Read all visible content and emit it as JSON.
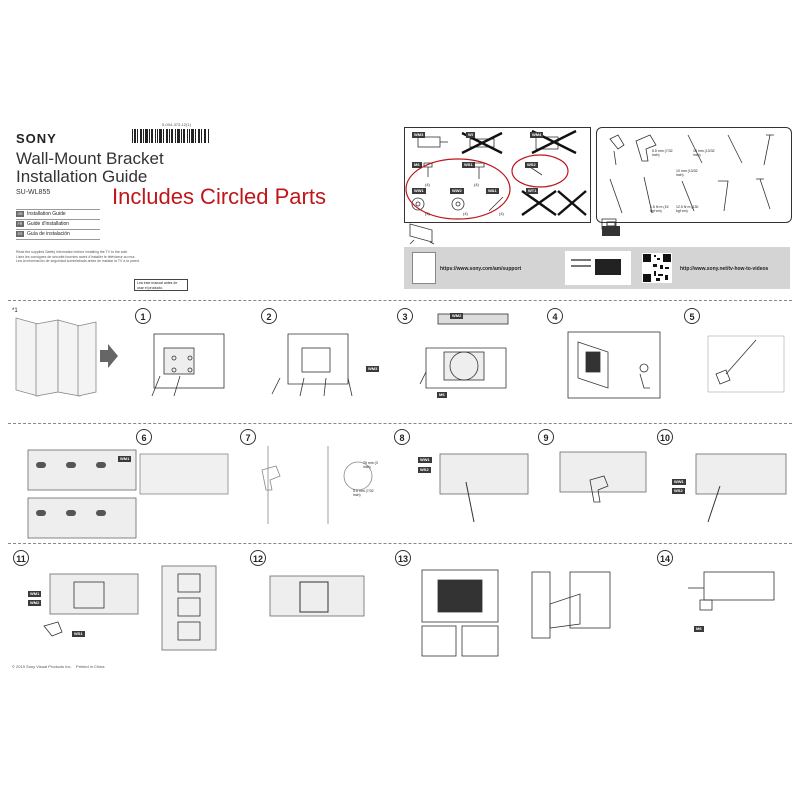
{
  "header": {
    "brand": "SONY",
    "title_line1": "Wall-Mount Bracket",
    "title_line2": "Installation Guide",
    "model": "SU-WL855",
    "barcode_number": "5-004-373-12(1)",
    "annotation": "Includes Circled Parts"
  },
  "languages": [
    {
      "code": "GB",
      "label": "Installation Guide"
    },
    {
      "code": "FR",
      "label": "Guide d'installation"
    },
    {
      "code": "ES",
      "label": "Guía de instalación"
    }
  ],
  "safety_notes": [
    "Read the supplied Safety information before installing the TV to the wall.",
    "Lisez les consignes de sécurité fournies avant d'installer le téléviseur au mur.",
    "Lea la información de seguridad suministrada antes de instalar la TV a la pared."
  ],
  "manual_box": "Lea este manual antes de usar el producto.",
  "parts": [
    {
      "label": "WM3",
      "qty": "",
      "excluded": false
    },
    {
      "label": "WI",
      "qty": "",
      "excluded": true
    },
    {
      "label": "WM4",
      "qty": "",
      "excluded": true
    },
    {
      "label": "M6",
      "qty": "(4)",
      "excluded": false
    },
    {
      "label": "WS1",
      "qty": "(4)",
      "excluded": false
    },
    {
      "label": "WS2",
      "qty": "",
      "excluded": false
    },
    {
      "label": "WW1",
      "qty": "(4)",
      "excluded": false
    },
    {
      "label": "WW2",
      "qty": "(4)",
      "excluded": false
    },
    {
      "label": "WA1",
      "qty": "(4)",
      "excluded": false
    },
    {
      "label": "WT1",
      "qty": "",
      "excluded": true
    }
  ],
  "tools": {
    "dims": [
      "5.5 mm (7/32 inch)",
      "10 mm (13/32 inch)",
      "10 mm (13/32 inch)",
      "1.5 N·m (15 kgf·cm)",
      "12.5 N·m (130 kgf·cm)"
    ]
  },
  "support": {
    "url1": "https://www.sony.com/am/support",
    "url2": "http://www.sony.net/tv-how-to-videos"
  },
  "steps": {
    "footnote": "*1",
    "numbers": [
      "1",
      "2",
      "3",
      "4",
      "5",
      "6",
      "7",
      "8",
      "9",
      "10",
      "11",
      "12",
      "13",
      "14"
    ]
  },
  "callouts": {
    "s3_top": "WM2",
    "s3_bottom": "M6",
    "s2": "WM3",
    "s6": "WM1",
    "s7_dim1": "75 mm (3 inch)",
    "s7_dim2": "5.5 mm (7/32 inch)",
    "s8_a": "WW1",
    "s8_b": "WS2",
    "s10_a": "WW1",
    "s10_b": "WS2",
    "s11_a": "WM1",
    "s11_b": "WM2",
    "s11_c": "WS1",
    "s14": "M6"
  },
  "footer": {
    "copyright": "© 2019 Sony Visual Products Inc.",
    "printed": "Printed in China"
  }
}
